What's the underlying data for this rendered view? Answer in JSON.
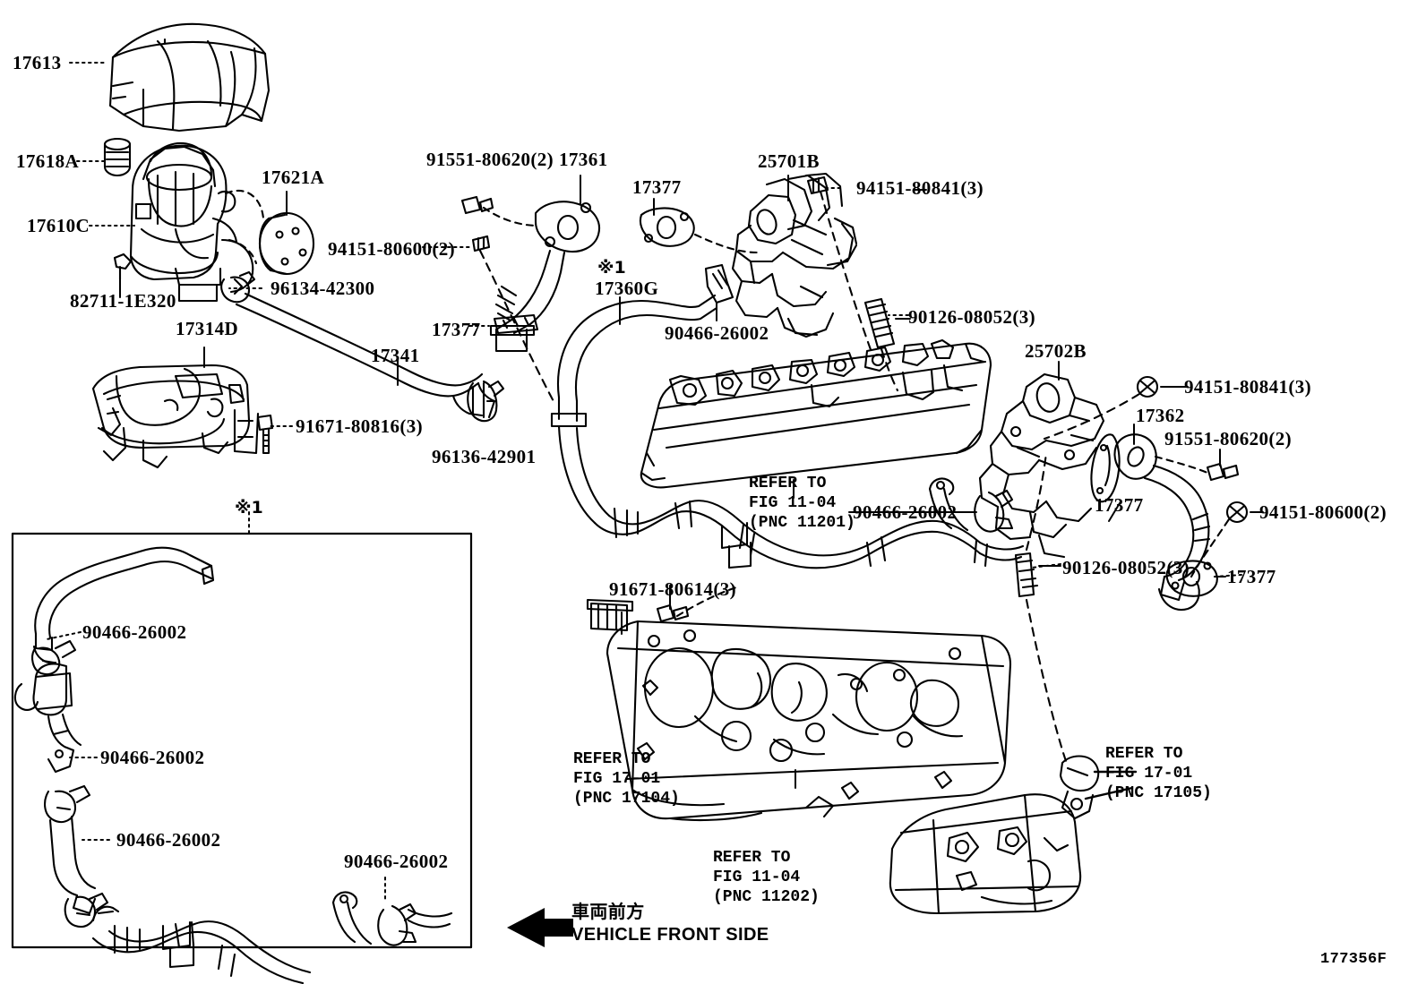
{
  "figure": {
    "id": "177356F",
    "front_marker_jp": "車両前方",
    "front_marker_en": "VEHICLE FRONT SIDE",
    "note_symbol": "※1"
  },
  "labels": {
    "p17613": "17613",
    "p17618A": "17618A",
    "p17610C": "17610C",
    "p17621A": "17621A",
    "p82711": "82711-1E320",
    "p96134": "96134-42300",
    "p17314D": "17314D",
    "p91671_80816": "91671-80816(3)",
    "p17341": "17341",
    "p96136": "96136-42901",
    "p91551_80620_a": "91551-80620(2)",
    "p17361": "17361",
    "p94151_80600_a": "94151-80600(2)",
    "p17377_a": "17377",
    "p17377_b": "17377",
    "p17360G": "17360G",
    "p25701B": "25701B",
    "p94151_80841_a": "94151-80841(3)",
    "p90126_08052_a": "90126-08052(3)",
    "p90466_26002_a": "90466-26002",
    "p25702B": "25702B",
    "p94151_80841_b": "94151-80841(3)",
    "p17362": "17362",
    "p91551_80620_b": "91551-80620(2)",
    "p17377_c": "17377",
    "p94151_80600_b": "94151-80600(2)",
    "p90126_08052_b": "90126-08052(3)",
    "p17377_d": "17377",
    "p90466_26002_b": "90466-26002",
    "p91671_80614": "91671-80614(3)",
    "inset_90466_1": "90466-26002",
    "inset_90466_2": "90466-26002",
    "inset_90466_3": "90466-26002",
    "inset_90466_4": "90466-26002"
  },
  "refer_blocks": {
    "b1": {
      "l1": "REFER TO",
      "l2": "FIG 11-04",
      "l3": "(PNC 11201)"
    },
    "b2": {
      "l1": "REFER TO",
      "l2": "FIG 17-01",
      "l3": "(PNC 17104)"
    },
    "b3": {
      "l1": "REFER TO",
      "l2": "FIG 11-04",
      "l3": "(PNC 11202)"
    },
    "b4": {
      "l1": "REFER TO",
      "l2": "FIG 17-01",
      "l3": "(PNC 17105)"
    }
  },
  "colors": {
    "ink": "#000000",
    "paper": "#ffffff"
  }
}
